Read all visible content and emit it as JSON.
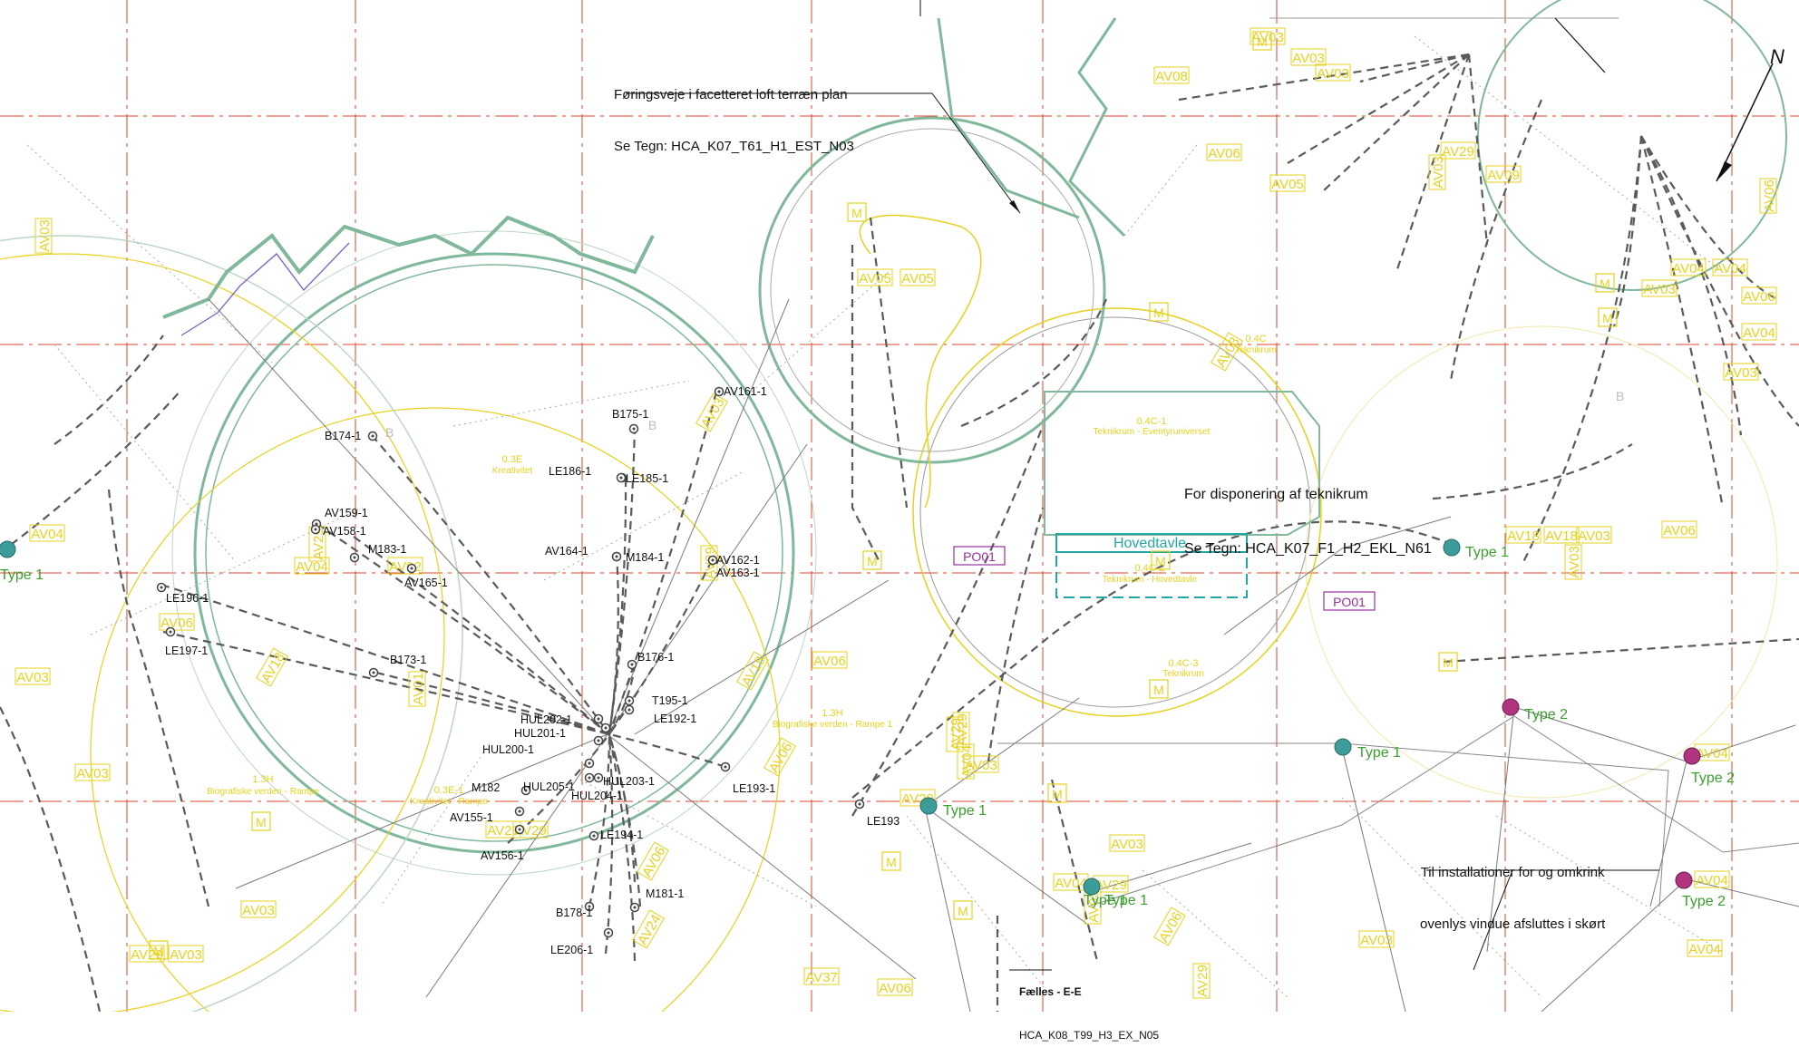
{
  "notes": {
    "routing_line1": "Føringsveje i facetteret loft terræn plan",
    "routing_line2": "Se Tegn: HCA_K07_T61_H1_EST_N03",
    "disposition_line1": "For disponering af teknikrum",
    "disposition_line2": "Se Tegn: HCA_K07_F1_H2_EKL_N61",
    "skylight_line1": "Til installationer for og omkrink",
    "skylight_line2": "ovenlys vindue afsluttes i skørt",
    "common_title": "Fælles - E-E",
    "common_ref": "HCA_K08_T99_H3_EX_N05"
  },
  "rooms": {
    "hovedtavle": "Hovedtavle",
    "teknikrum_code": "0.4C-1",
    "teknikrum_name": "Teknikrum - Eventyruniverset",
    "teknikrum_hoved_code": "0.4C-2",
    "teknikrum_hoved_name": "Teknikrum - Hovedtavle",
    "teknikrum3_code": "0.4C-3",
    "teknikrum3_name": "Teknikrum",
    "teknik4_code": "0.4C",
    "teknik4_name": "Teknikrum",
    "kreativitet_code": "0.3E",
    "kreativitet_name": "Kreativitet",
    "bio_left_code": "1.3H",
    "bio_left_name": "Biografiske verden - Rampe",
    "bio_mid_code": "1.3H",
    "bio_mid_name": "Biografiske verden - Rampe 1",
    "kreativitet_rampe_code": "0.3E-1",
    "kreativitet_rampe_name": "Kreativitet - Rampe"
  },
  "po_tags": [
    "PO01",
    "PO01"
  ],
  "fixture_types": [
    "Type 1",
    "Type 1",
    "Type 1",
    "Type 1",
    "Type 1",
    "Type 1",
    "Type 2",
    "Type 2",
    "Type 2"
  ],
  "north_label": "N",
  "point_labels": [
    "AV161-1",
    "B175-1",
    "B174-1",
    "LE186-1",
    "LE185-1",
    "AV159-1",
    "AV158-1",
    "M183-1",
    "AV165-1",
    "AV164-1",
    "M184-1",
    "AV162-1",
    "AV163-1",
    "LE196-1",
    "LE197-1",
    "B173-1",
    "B176-1",
    "T195-1",
    "LE192-1",
    "HUL202-1",
    "HUL201-1",
    "HUL200-1",
    "M182",
    "HUL205-1",
    "HUL204-1",
    "HUL203-1",
    "LE193-1",
    "LE193",
    "AV155-1",
    "AV156-1",
    "LE194-1",
    "M181-1",
    "B178-1",
    "LE206-1"
  ],
  "av_tags": [
    "AV03",
    "AV03",
    "AV08",
    "AV03",
    "AV06",
    "AV05",
    "AV29",
    "AV09",
    "AV03",
    "AV03",
    "AV05",
    "AV05",
    "AV03",
    "AV06",
    "AV04",
    "AV04",
    "AV03",
    "AV06",
    "AV04",
    "AV03",
    "AV18",
    "AV18",
    "AV03",
    "AV06",
    "AV03",
    "AV04",
    "AV29",
    "AV04",
    "AV06",
    "AV03",
    "AV18",
    "AV01",
    "AV03",
    "AV18",
    "AV06",
    "AV03",
    "AV29",
    "AV06",
    "AV29",
    "AV04",
    "AV03",
    "AV29",
    "AV29",
    "AV03",
    "AV04",
    "AV29",
    "AV03",
    "AV04",
    "AV04",
    "AV04",
    "AV06",
    "AV37",
    "AV06",
    "AV03",
    "AV03",
    "AV29",
    "AV29",
    "AV02",
    "AV29",
    "AV29",
    "AV06",
    "AV24",
    "AV03"
  ],
  "m_tags": [
    "M",
    "M",
    "M",
    "M",
    "M",
    "M",
    "M",
    "M",
    "M",
    "M",
    "M",
    "M",
    "M",
    "M"
  ],
  "b_tags": [
    "B",
    "B",
    "B"
  ],
  "colors": {
    "grid": "#e0452c",
    "wall_green": "#7fb89a",
    "yellow": "#e6d21e",
    "teal_node": "#3c9c9a",
    "magenta_node": "#b0347e",
    "type_text": "#3aa02e",
    "po_purple": "#9a2fa0",
    "hovedtavle": "#23a6a6",
    "dashed_route": "#5a5a5a",
    "thin_line": "#7a7a7a"
  }
}
